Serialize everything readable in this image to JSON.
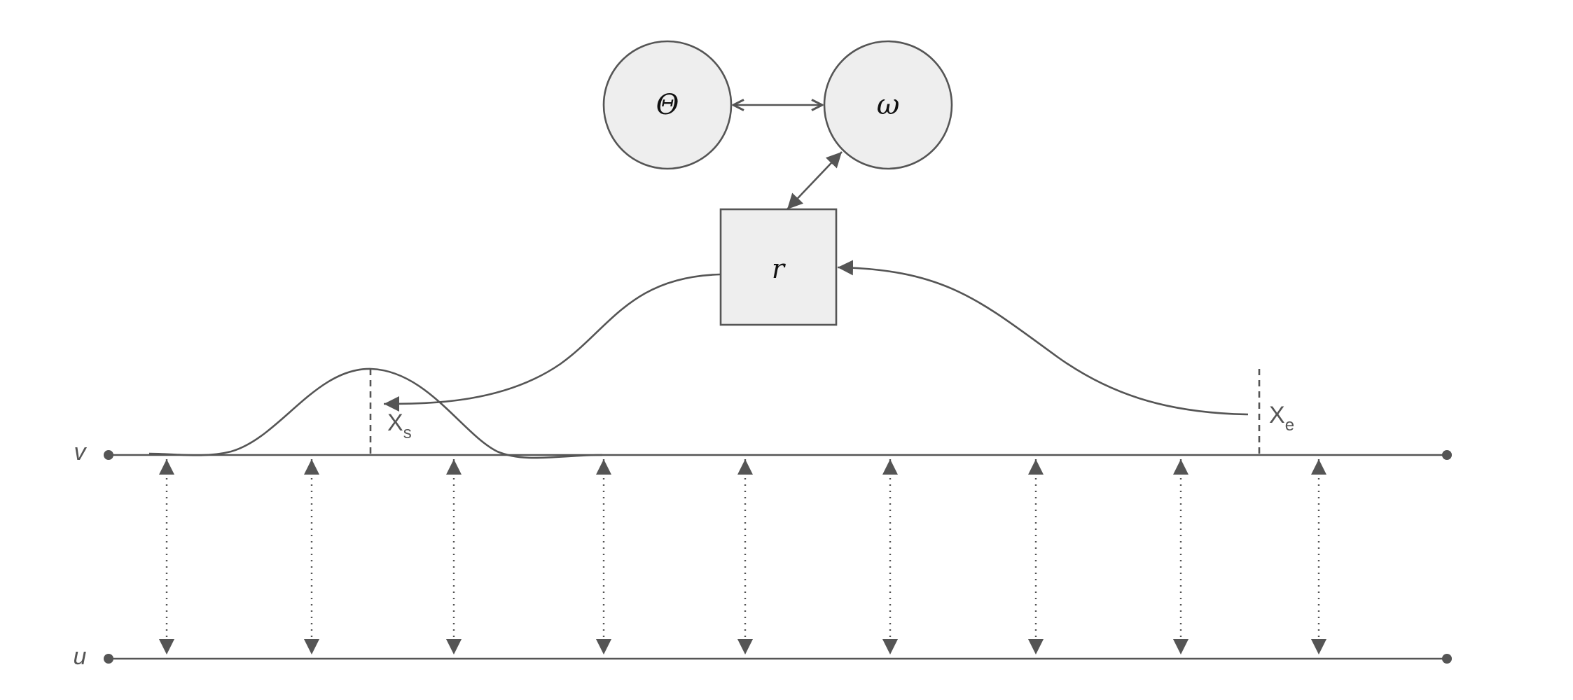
{
  "nodes": {
    "theta": {
      "label": "Θ"
    },
    "omega": {
      "label": "ω"
    },
    "r": {
      "label": "r"
    }
  },
  "axes": {
    "v": {
      "label": "v"
    },
    "u": {
      "label": "u"
    }
  },
  "markers": {
    "start": {
      "main": "X",
      "sub": "s"
    },
    "end": {
      "main": "X",
      "sub": "e"
    }
  },
  "connections": {
    "count": 9
  },
  "colors": {
    "stroke": "#555555",
    "node_fill": "#eeeeee",
    "background": "#ffffff"
  }
}
